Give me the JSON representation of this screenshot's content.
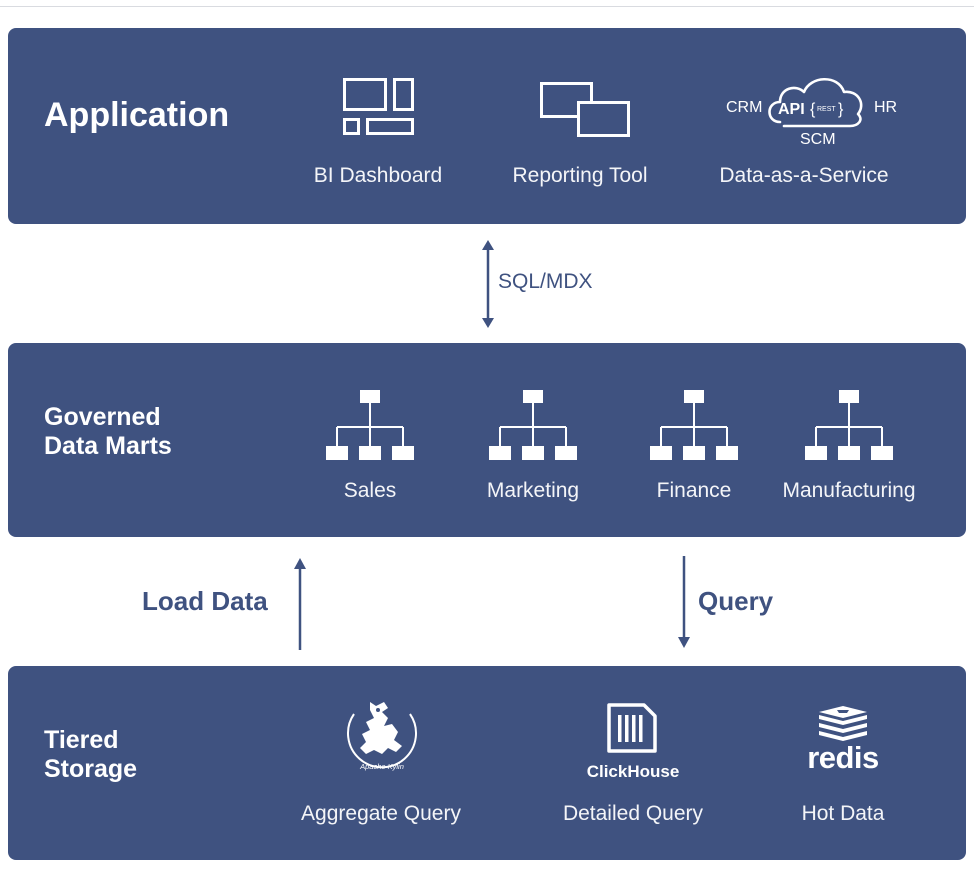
{
  "application": {
    "title": "Application",
    "items": [
      {
        "icon": "bi-dashboard-icon",
        "label": "BI Dashboard"
      },
      {
        "icon": "reporting-tool-icon",
        "label": "Reporting Tool"
      },
      {
        "icon": "api-cloud-icon",
        "label": "Data-as-a-Service",
        "cloud_text": {
          "left": "CRM",
          "api": "API",
          "rest": "REST",
          "right": "HR",
          "bottom": "SCM"
        }
      }
    ]
  },
  "connector_top": {
    "label": "SQL/MDX"
  },
  "data_marts": {
    "title_line1": "Governed",
    "title_line2": "Data Marts",
    "items": [
      {
        "icon": "org-chart-icon",
        "label": "Sales"
      },
      {
        "icon": "org-chart-icon",
        "label": "Marketing"
      },
      {
        "icon": "org-chart-icon",
        "label": "Finance"
      },
      {
        "icon": "org-chart-icon",
        "label": "Manufacturing"
      }
    ]
  },
  "connector_load": {
    "label": "Load Data"
  },
  "connector_query": {
    "label": "Query"
  },
  "storage": {
    "title_line1": "Tiered",
    "title_line2": "Storage",
    "items": [
      {
        "icon": "apache-kylin-logo",
        "label": "Aggregate Query",
        "logo_text": "Apache Kylin"
      },
      {
        "icon": "clickhouse-logo",
        "label": "Detailed Query",
        "logo_text": "ClickHouse"
      },
      {
        "icon": "redis-logo",
        "label": "Hot Data",
        "logo_text": "redis"
      }
    ]
  },
  "colors": {
    "panel": "#3f5280",
    "text_on_panel": "#ffffff",
    "connector": "#3f5280"
  }
}
